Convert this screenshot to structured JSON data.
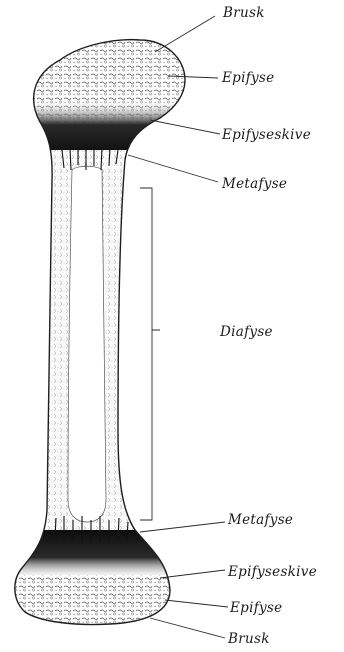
{
  "labels": {
    "brusk_top": "Brusk",
    "epifyse_top": "Epifyse",
    "epifyseskive_top": "Epifyseskive",
    "metafyse_top": "Metafyse",
    "diafyse": "Diafyse",
    "metafyse_bottom": "Metafyse",
    "epifyseskive_bottom": "Epifyseskive",
    "epifyse_bottom": "Epifyse",
    "brusk_bottom": "Brusk"
  },
  "colors": {
    "ink": "#1e1e1e",
    "paper": "#ffffff",
    "marrow": "#fbfbfb",
    "plate": "#151515"
  }
}
